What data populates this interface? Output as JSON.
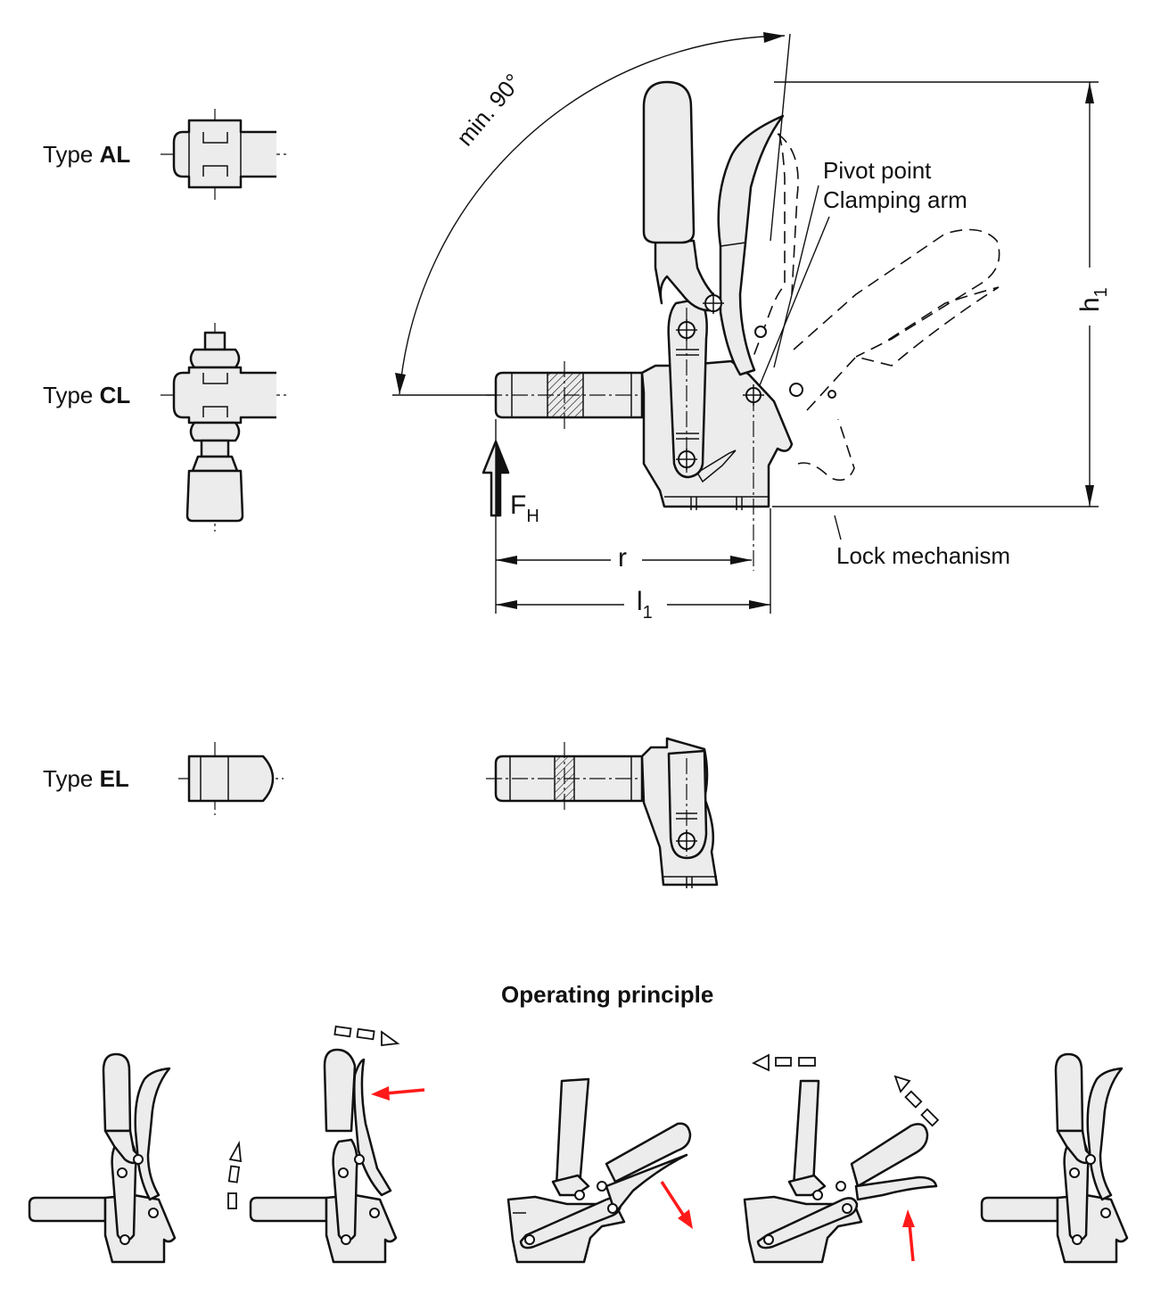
{
  "types": [
    {
      "prefix": "Type ",
      "code": "AL"
    },
    {
      "prefix": "Type ",
      "code": "CL"
    },
    {
      "prefix": "Type ",
      "code": "EL"
    }
  ],
  "main": {
    "angle_label": "min. 90°",
    "callout_pivot_line1": "Pivot point",
    "callout_pivot_line2": "Clamping arm",
    "callout_lock": "Lock mechanism",
    "force": {
      "main": "F",
      "sub": "H"
    },
    "dim_r": "r",
    "dim_l1": {
      "main": "l",
      "sub": "1"
    },
    "dim_h1": {
      "main": "h",
      "sub": "1"
    }
  },
  "operating_principle": {
    "title": "Operating principle",
    "arrow_color": "#ff1a1a"
  }
}
